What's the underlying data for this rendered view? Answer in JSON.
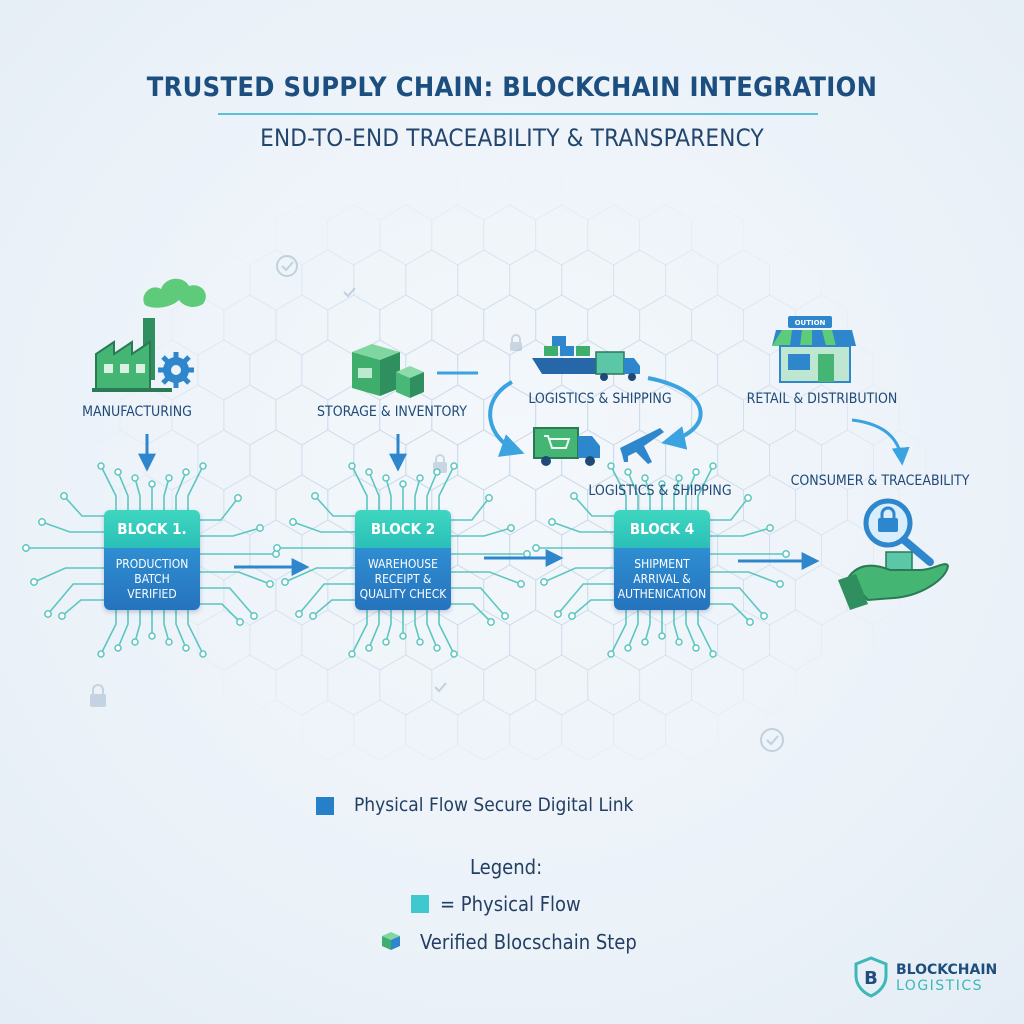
{
  "header": {
    "title": "TRUSTED SUPPLY CHAIN: BLOCKCHAIN INTEGRATION",
    "subtitle": "END-TO-END TRACEABILITY & TRANSPARENCY"
  },
  "stages": {
    "manufacturing": "MANUFACTURING",
    "storage": "STORAGE & INVENTORY",
    "logistics_top": "LOGISTICS & SHIPPING",
    "logistics_mid": "LOGISTICS & SHIPPING",
    "retail": "RETAIL & DISTRIBUTION",
    "consumer": "CONSUMER & TRACEABILITY"
  },
  "blocks": [
    {
      "title": "BLOCK 1.",
      "body": "PRODUCTION BATCH VERIFIED"
    },
    {
      "title": "BLOCK 2",
      "body": "WAREHOUSE RECEIPT & QUALITY CHECK"
    },
    {
      "title": "BLOCK 4",
      "body": "SHIPMENT ARRIVAL & AUTHENICATION"
    }
  ],
  "store_sign": "OUTION",
  "legend": {
    "inline": "Physical Flow  Secure Digital Link",
    "heading": "Legend:",
    "item1": "= Physical Flow",
    "item2": "Verified Blocschain Step"
  },
  "brand": {
    "name": "BLOCKCHAIN",
    "sub": "LOGISTICS",
    "glyph": "B"
  },
  "colors": {
    "navy": "#1c4f80",
    "teal": "#2ac0b8",
    "blue": "#2680c8",
    "green": "#4dbf7a",
    "circuit": "#5cc6c0"
  }
}
